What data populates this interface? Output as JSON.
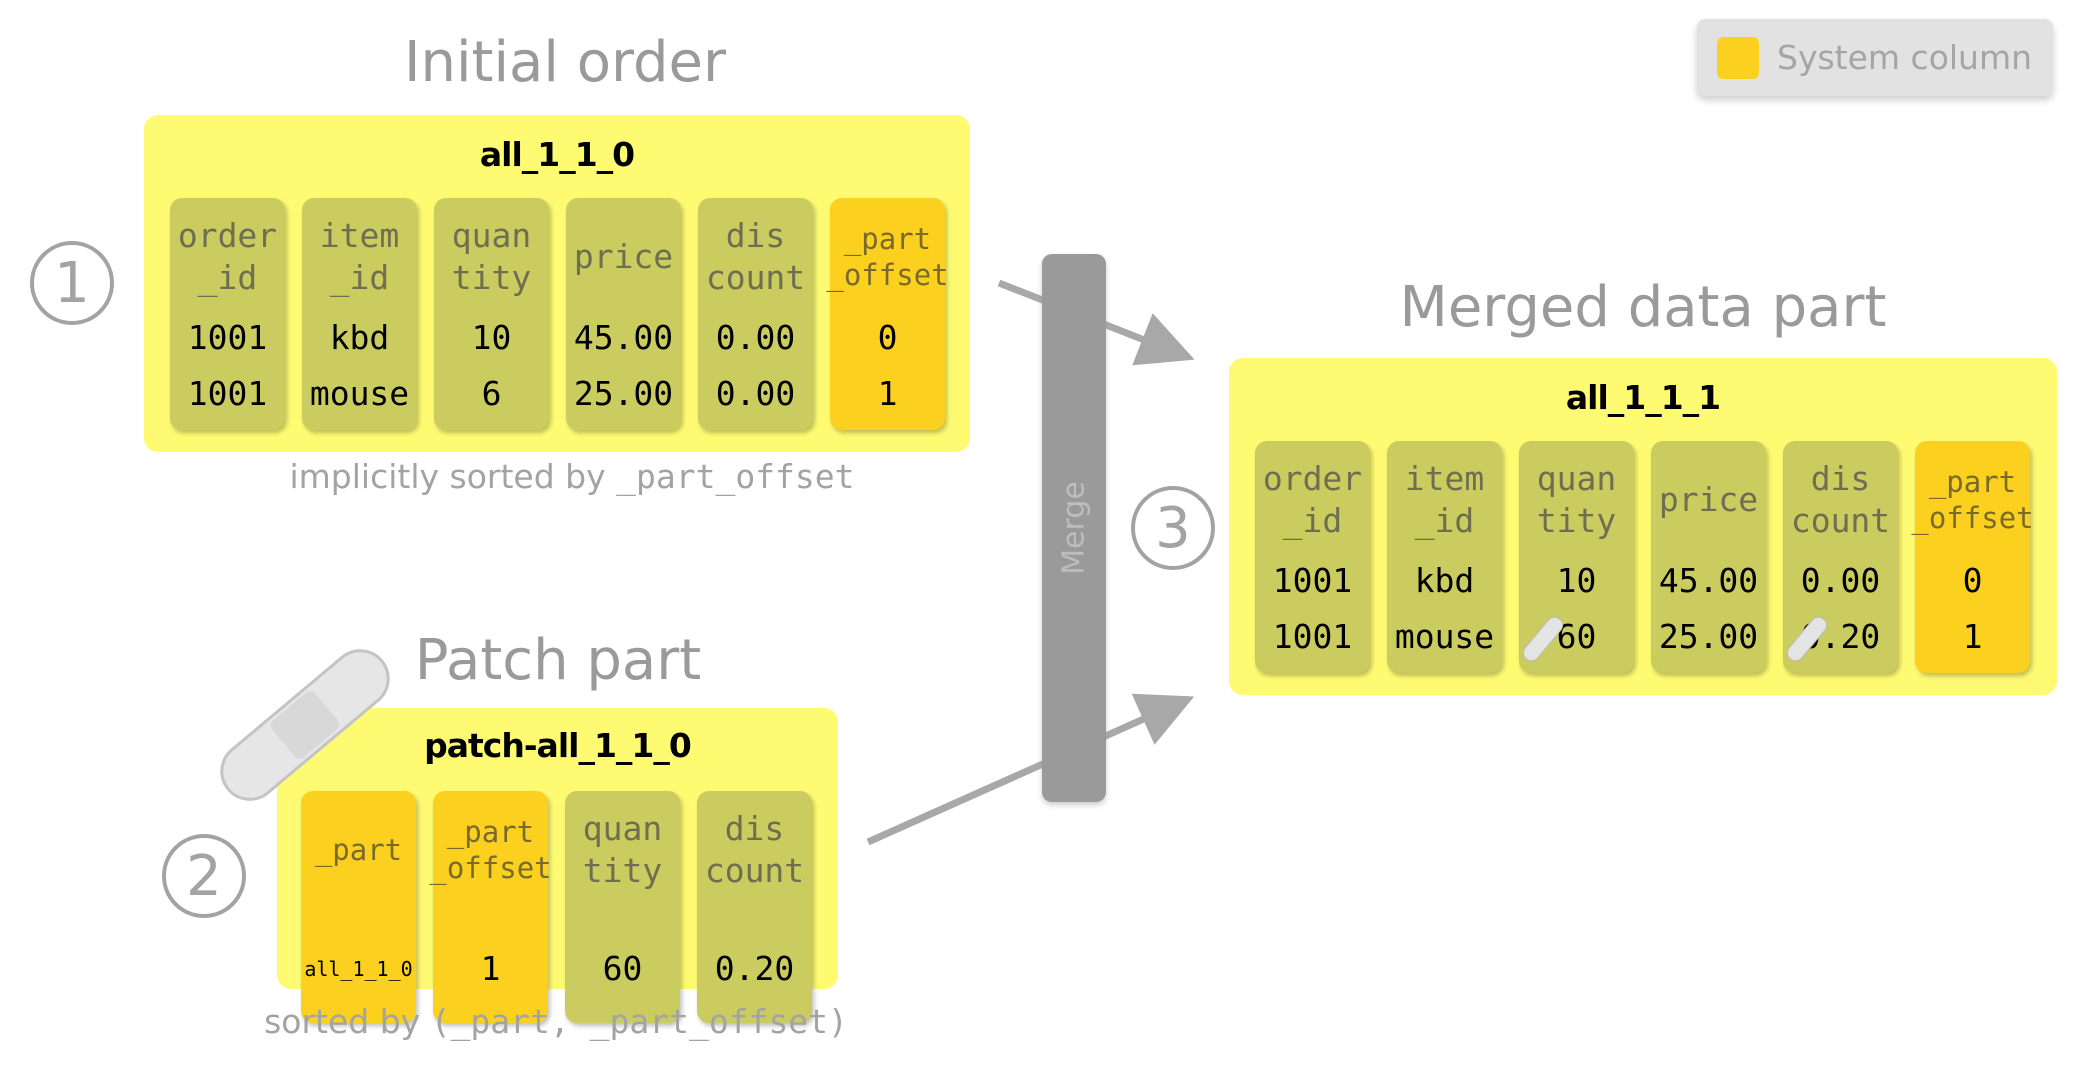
{
  "legend": {
    "label": "System column",
    "swatch_color": "#fcd01f"
  },
  "initial": {
    "title": "Initial order",
    "step": "1",
    "part_name": "all_1_1_0",
    "caption_prefix": "implicitly sorted by ",
    "caption_code": "_part_offset",
    "columns": [
      {
        "header": "order\n_id",
        "values": [
          "1001",
          "1001"
        ],
        "system": false
      },
      {
        "header": "item\n_id",
        "values": [
          "kbd",
          "mouse"
        ],
        "system": false
      },
      {
        "header": "quan\ntity",
        "values": [
          "10",
          "6"
        ],
        "system": false
      },
      {
        "header": "price",
        "values": [
          "45.00",
          "25.00"
        ],
        "system": false
      },
      {
        "header": "dis\ncount",
        "values": [
          "0.00",
          "0.00"
        ],
        "system": false
      },
      {
        "header": "_part\n_offset",
        "values": [
          "0",
          "1"
        ],
        "system": true
      }
    ]
  },
  "patch": {
    "title": "Patch part",
    "step": "2",
    "part_name": "patch-all_1_1_0",
    "caption_prefix": "sorted by ",
    "caption_code": "(_part, _part_offset)",
    "columns": [
      {
        "header": "_part",
        "values": [
          "all_1_1_0"
        ],
        "system": true
      },
      {
        "header": "_part\n_offset",
        "values": [
          "1"
        ],
        "system": true
      },
      {
        "header": "quan\ntity",
        "values": [
          "60"
        ],
        "system": false
      },
      {
        "header": "dis\ncount",
        "values": [
          "0.20"
        ],
        "system": false
      }
    ]
  },
  "merge": {
    "label": "Merge"
  },
  "merged": {
    "title": "Merged data part",
    "step": "3",
    "part_name": "all_1_1_1",
    "columns": [
      {
        "header": "order\n_id",
        "values": [
          "1001",
          "1001"
        ],
        "system": false
      },
      {
        "header": "item\n_id",
        "values": [
          "kbd",
          "mouse"
        ],
        "system": false
      },
      {
        "header": "quan\ntity",
        "values": [
          "10",
          "60"
        ],
        "system": false,
        "patched_row": 1
      },
      {
        "header": "price",
        "values": [
          "45.00",
          "25.00"
        ],
        "system": false
      },
      {
        "header": "dis\ncount",
        "values": [
          "0.00",
          "0.20"
        ],
        "system": false,
        "patched_row": 1
      },
      {
        "header": "_part\n_offset",
        "values": [
          "0",
          "1"
        ],
        "system": true
      }
    ]
  }
}
